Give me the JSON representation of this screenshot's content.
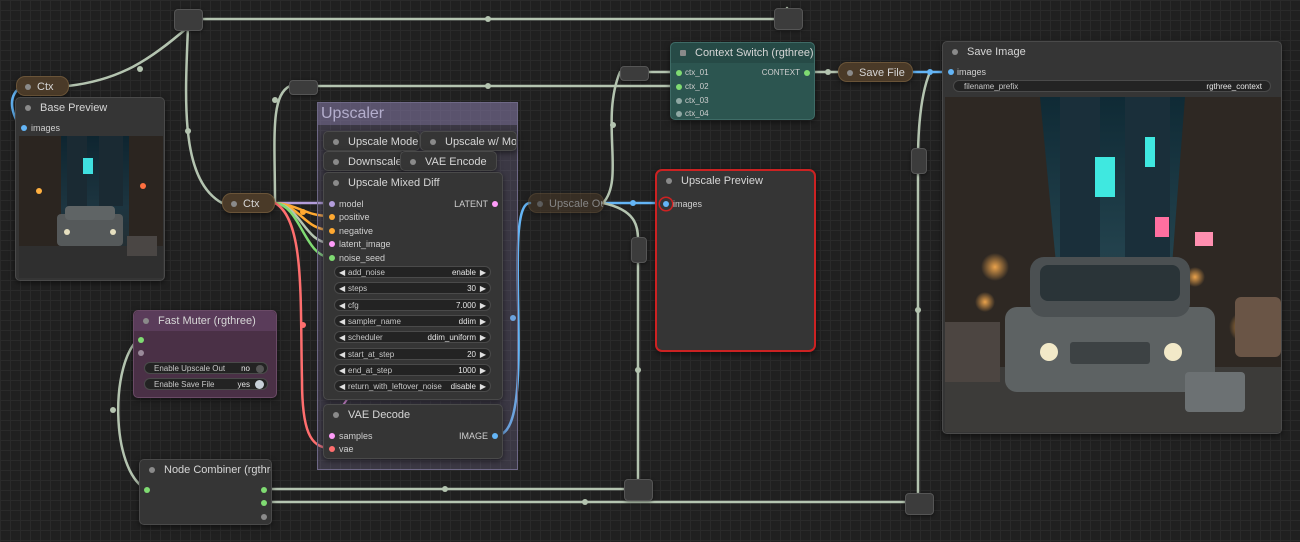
{
  "colors": {
    "canvas_bg": "#202020",
    "node_bg": "#353535",
    "ctx_node": "#4a3a28",
    "context_switch": "#2c5550",
    "fast_muter": "#5a3c5a",
    "group_fill": "#6e6886",
    "highlight_border": "#cc2222",
    "wire_default": "#b4c4b0",
    "wire_image": "#64b5f6",
    "wire_latent": "#ff9cf9",
    "wire_model": "#b39ddb",
    "wire_conditioning": "#ffa931",
    "wire_vae": "#ff6e6e",
    "wire_int": "#7fdb72"
  },
  "nodes": {
    "ctx_top": {
      "title": "Ctx"
    },
    "ctx_mid": {
      "title": "Ctx"
    },
    "base_preview": {
      "title": "Base Preview",
      "inputs": [
        "images"
      ]
    },
    "upscaler_group": {
      "title": "Upscaler"
    },
    "upscale_model": {
      "title": "Upscale Model"
    },
    "upscale_with_model": {
      "title": "Upscale w/ Model"
    },
    "downscale": {
      "title": "Downscale"
    },
    "vae_encode": {
      "title": "VAE Encode"
    },
    "upscale_mixed_diff": {
      "title": "Upscale Mixed Diff",
      "inputs": [
        "model",
        "positive",
        "negative",
        "latent_image",
        "noise_seed"
      ],
      "output": "LATENT",
      "widgets": [
        {
          "label": "add_noise",
          "value": "enable"
        },
        {
          "label": "steps",
          "value": "30"
        },
        {
          "label": "cfg",
          "value": "7.000"
        },
        {
          "label": "sampler_name",
          "value": "ddim"
        },
        {
          "label": "scheduler",
          "value": "ddim_uniform"
        },
        {
          "label": "start_at_step",
          "value": "20"
        },
        {
          "label": "end_at_step",
          "value": "1000"
        },
        {
          "label": "return_with_leftover_noise",
          "value": "disable"
        }
      ]
    },
    "vae_decode": {
      "title": "VAE Decode",
      "inputs": [
        "samples",
        "vae"
      ],
      "output": "IMAGE"
    },
    "upscale_out": {
      "title": "Upscale Out"
    },
    "upscale_preview": {
      "title": "Upscale Preview",
      "inputs": [
        "images"
      ]
    },
    "context_switch": {
      "title": "Context Switch (rgthree)",
      "inputs": [
        "ctx_01",
        "ctx_02",
        "ctx_03",
        "ctx_04"
      ],
      "output": "CONTEXT"
    },
    "save_file": {
      "title": "Save File"
    },
    "save_image": {
      "title": "Save Image",
      "inputs": [
        "images"
      ],
      "widget": {
        "label": "filename_prefix",
        "value": "rgthree_context"
      }
    },
    "fast_muter": {
      "title": "Fast Muter (rgthree)",
      "toggles": [
        {
          "label": "Enable Upscale Out",
          "value": "no",
          "on": false
        },
        {
          "label": "Enable Save File",
          "value": "yes",
          "on": true
        }
      ]
    },
    "node_combiner": {
      "title": "Node Combiner (rgthree)"
    }
  }
}
